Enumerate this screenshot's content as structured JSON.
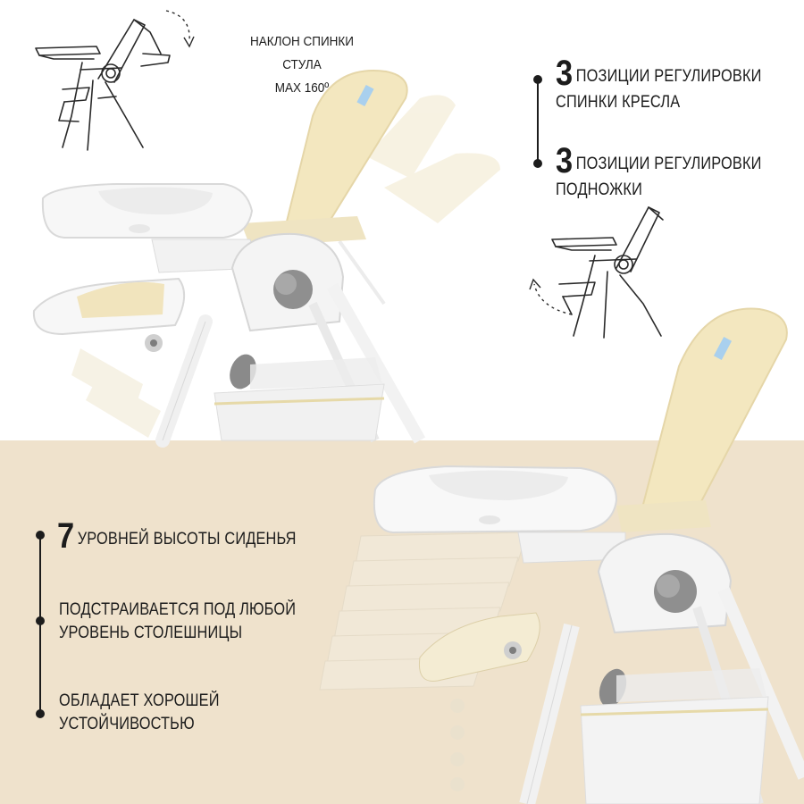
{
  "tilt": {
    "line1": "НАКЛОН СПИНКИ СТУЛА",
    "line2": "MAX 160º"
  },
  "features_top": [
    {
      "number": "3",
      "line1": "ПОЗИЦИИ РЕГУЛИРОВКИ",
      "line2": "СПИНКИ КРЕСЛА"
    },
    {
      "number": "3",
      "line1": "ПОЗИЦИИ РЕГУЛИРОВКИ",
      "line2": "ПОДНОЖКИ"
    }
  ],
  "features_bottom": [
    {
      "number": "7",
      "line1": "УРОВНЕЙ ВЫСОТЫ СИДЕНЬЯ"
    },
    {
      "line1": "ПОДСТРАИВАЕТСЯ ПОД ЛЮБОЙ",
      "line2": "УРОВЕНЬ СТОЛЕШНИЦЫ"
    },
    {
      "line1": "ОБЛАДАЕТ ХОРОШЕЙ",
      "line2": "УСТОЙЧИВОСТЬЮ"
    }
  ],
  "colors": {
    "bottom_band": "#efe2cc",
    "seat_cream": "#f3e7bf",
    "plastic_white": "#f7f7f7",
    "accent_gray": "#8a8a8a"
  }
}
